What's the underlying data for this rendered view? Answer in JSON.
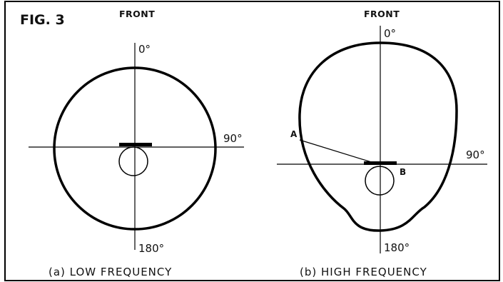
{
  "figure": {
    "title": "FIG. 3"
  },
  "panel_a": {
    "front_label": "FRONT",
    "angle_top": "0°",
    "angle_right": "90°",
    "angle_bottom": "180°",
    "caption": "(a) LOW FREQUENCY"
  },
  "panel_b": {
    "front_label": "FRONT",
    "angle_top": "0°",
    "angle_right": "90°",
    "angle_bottom": "180°",
    "point_a": "A",
    "point_b": "B",
    "caption": "(b) HIGH FREQUENCY"
  }
}
